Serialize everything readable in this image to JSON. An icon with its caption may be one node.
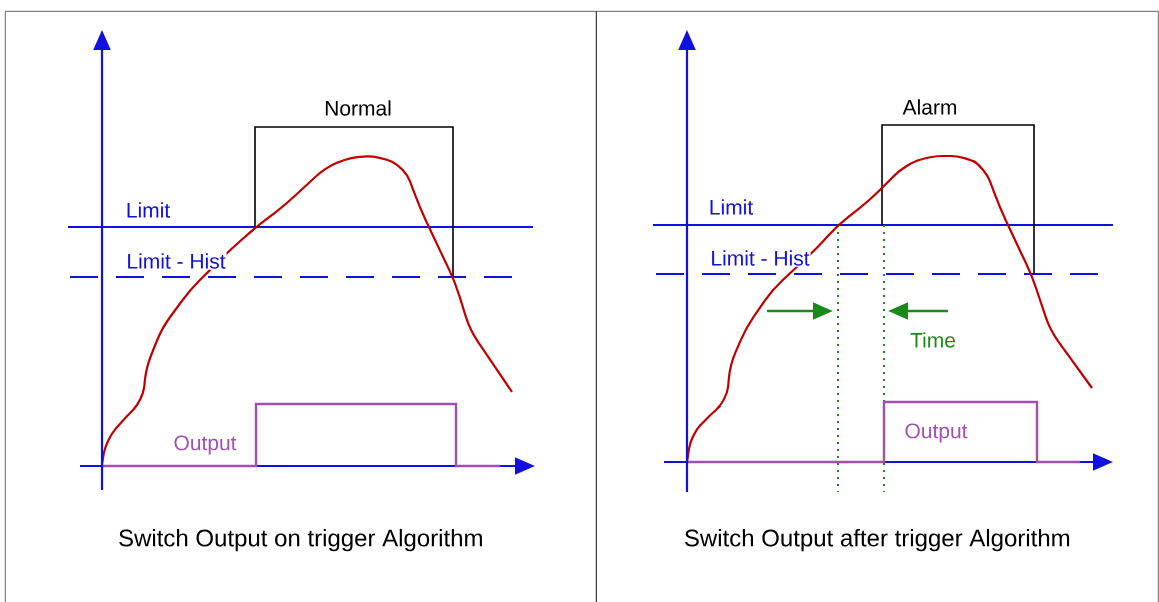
{
  "diagram": {
    "nodes": [
      {
        "text": [
          "Switch Output on trigger Algorithm"
        ]
      },
      {
        "text": [
          "Switch Output after trigger Algorithm"
        ]
      }
    ],
    "labels": [
      "Normal",
      "Limit",
      "Limit - Hist",
      "Output",
      "Alarm",
      "Limit",
      "Limit - Hist",
      "Time",
      "Output"
    ]
  }
}
